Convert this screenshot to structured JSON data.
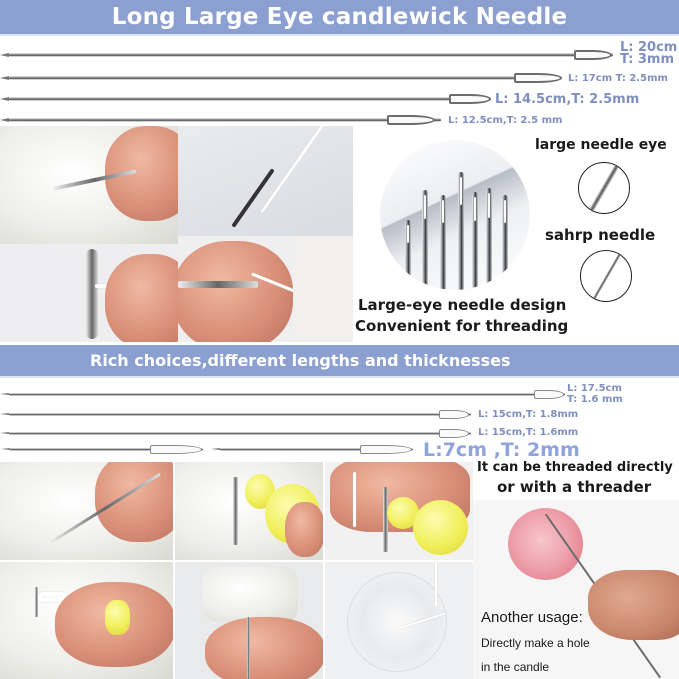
{
  "banner_top": {
    "title": "Long Large Eye candlewick Needle"
  },
  "needles_top": [
    {
      "label_line1": "L: 20cm",
      "label_line2": "T: 3mm"
    },
    {
      "label": "L: 17cm T: 2.5mm"
    },
    {
      "label": "L: 14.5cm,T: 2.5mm"
    },
    {
      "label": "L: 12.5cm,T: 2.5 mm"
    }
  ],
  "features": {
    "large_eye_title": "large needle eye",
    "sharp_title": "sahrp needle",
    "design_line1": "Large-eye needle design",
    "design_line2": "Convenient for threading"
  },
  "banner_bottom": {
    "title": "Rich choices,different lengths and thicknesses"
  },
  "needles_bottom": [
    {
      "label_line1": "L: 17.5cm",
      "label_line2": "T: 1.6 mm"
    },
    {
      "label": "L: 15cm,T: 1.8mm"
    },
    {
      "label": "L: 15cm,T: 1.6mm"
    },
    {
      "label": "L:7cm ,T: 2mm"
    }
  ],
  "threading": {
    "line1": "It can be threaded directly",
    "line2": "or with a threader"
  },
  "usage": {
    "title": "Another usage:",
    "line1": "Directly make a hole",
    "line2": "in the candle"
  },
  "colors": {
    "banner": "#8b9fd0",
    "label": "#7f8fbf",
    "label_highlight": "#8fa4dc"
  }
}
